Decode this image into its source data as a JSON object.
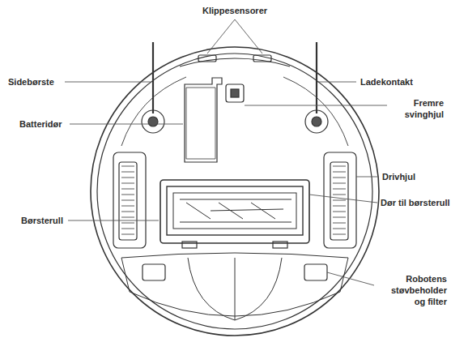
{
  "diagram": {
    "labels": [
      "Klippesensorer",
      "Sidebørste",
      "Ladekontakt",
      "Batteridør",
      "Fremre svinghjul",
      "Drivhjul",
      "Dør til børsterull",
      "Børsterull",
      "Robotens støvbeholder og filter"
    ]
  }
}
